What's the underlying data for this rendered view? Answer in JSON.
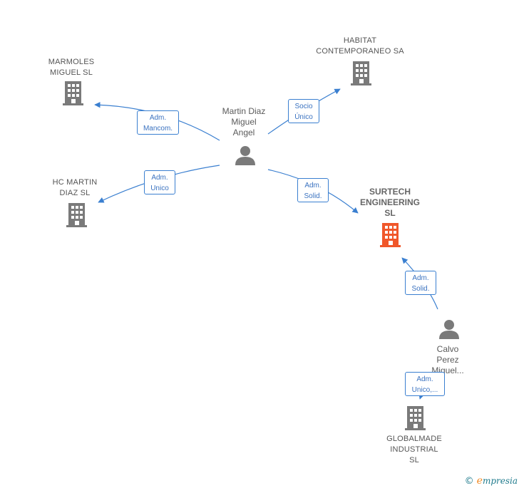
{
  "nodes": {
    "marmoles": {
      "label": "MARMOLES\nMIGUEL  SL"
    },
    "habitat": {
      "label": "HABITAT\nCONTEMPORANEO SA"
    },
    "hc_martin": {
      "label": "HC MARTIN\nDIAZ  SL"
    },
    "surtech": {
      "label": "SURTECH\nENGINEERING\nSL"
    },
    "martin_diaz": {
      "label": "Martin Diaz\nMiguel\nAngel"
    },
    "calvo": {
      "label": "Calvo\nPerez\nMiguel..."
    },
    "globalmade": {
      "label": "GLOBALMADE\nINDUSTRIAL\nSL"
    }
  },
  "edges": {
    "to_marmoles": {
      "label": "Adm.\nMancom."
    },
    "to_habitat": {
      "label": "Socio\nÚnico"
    },
    "to_hc_martin": {
      "label": "Adm.\nUnico"
    },
    "to_surtech": {
      "label": "Adm.\nSolid."
    },
    "calvo_to_surtech": {
      "label": "Adm.\nSolid."
    },
    "calvo_to_globalmade": {
      "label": "Adm.\nUnico,..."
    }
  },
  "colors": {
    "edge": "#3a7fd0",
    "building": "#7a7a7a",
    "focus_building": "#f0572a",
    "person": "#7a7a7a",
    "brand": "#1e7a8c",
    "brand_accent": "#f28c28"
  },
  "footer": {
    "copyright": "©",
    "brand_e": "e",
    "brand_rest": "mpresia"
  }
}
